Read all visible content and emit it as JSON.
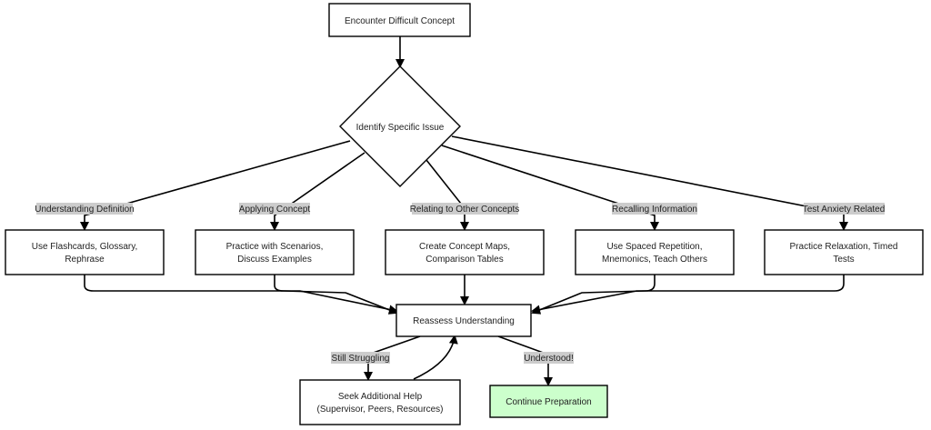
{
  "nodes": {
    "start": "Encounter Difficult Concept",
    "decision": "Identify Specific Issue",
    "definition": [
      "Use Flashcards, Glossary,",
      "Rephrase"
    ],
    "applying": [
      "Practice with Scenarios,",
      "Discuss Examples"
    ],
    "relating": [
      "Create Concept Maps,",
      "Comparison Tables"
    ],
    "recalling": [
      "Use Spaced Repetition,",
      "Mnemonics, Teach Others"
    ],
    "anxiety": [
      "Practice Relaxation, Timed",
      "Tests"
    ],
    "reassess": "Reassess Understanding",
    "help": [
      "Seek Additional Help",
      "(Supervisor, Peers, Resources)"
    ],
    "continue": "Continue Preparation"
  },
  "edge_labels": {
    "definition": "Understanding Definition",
    "applying": "Applying Concept",
    "relating": "Relating to Other Concepts",
    "recalling": "Recalling Information",
    "anxiety": "Test Anxiety Related",
    "struggling": "Still Struggling",
    "understood": "Understood!"
  },
  "colors": {
    "node_fill": "#ffffff",
    "success_fill": "#ccffcc",
    "label_bg": "#cccccc",
    "stroke": "#000000"
  }
}
